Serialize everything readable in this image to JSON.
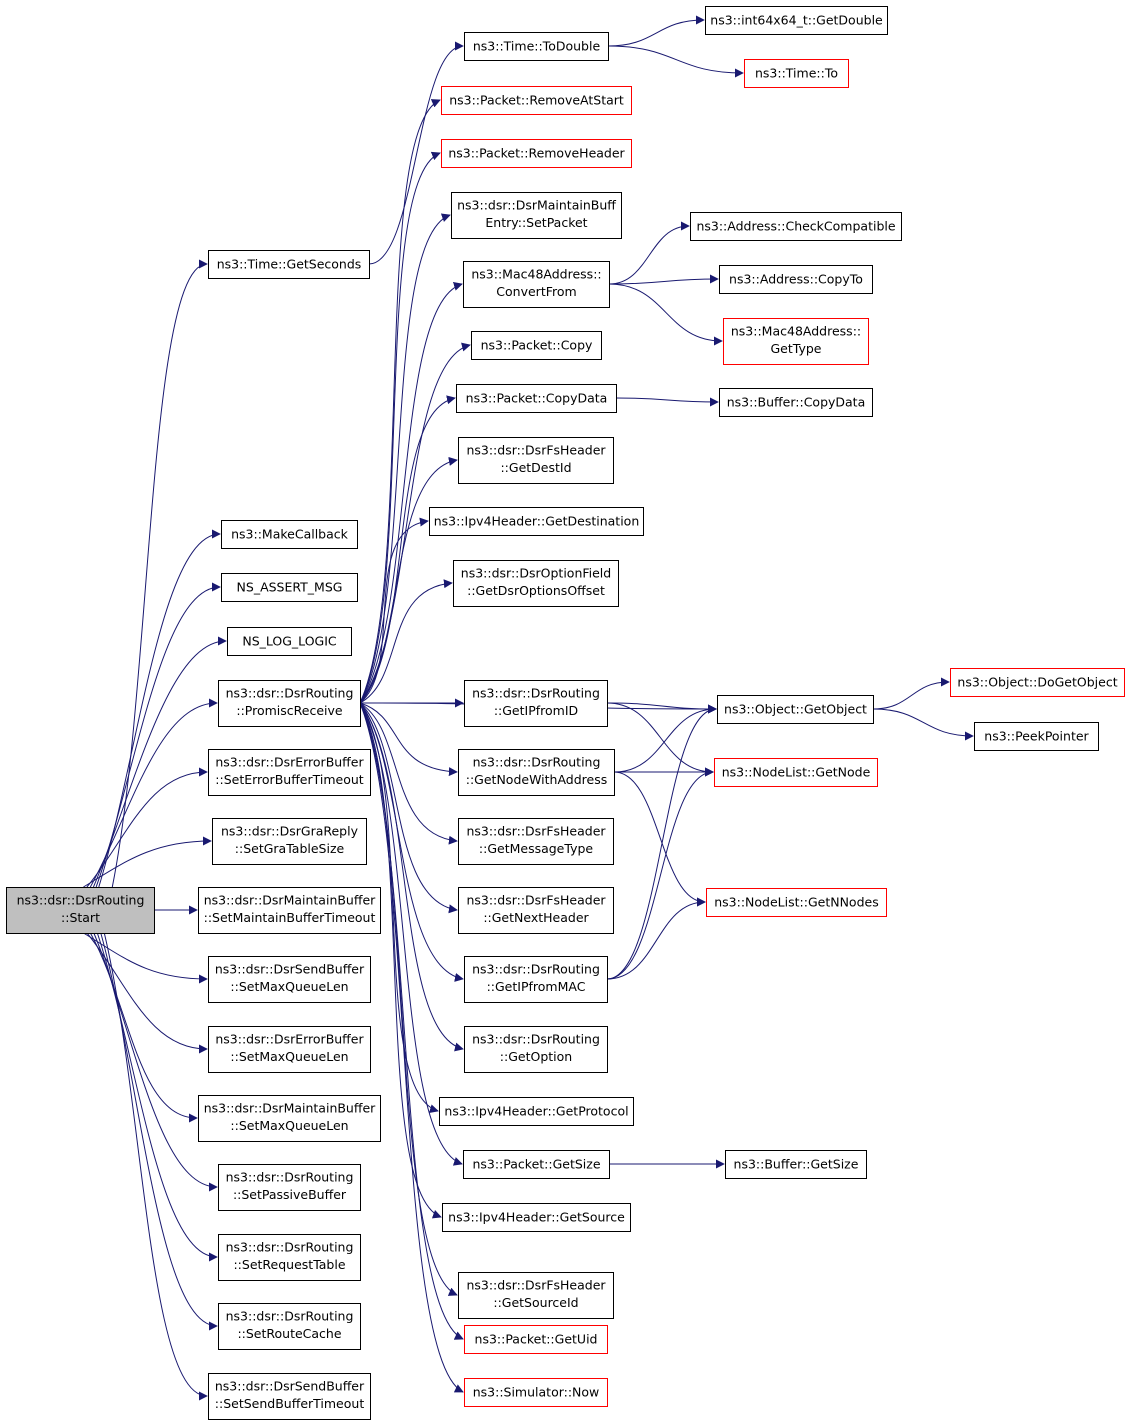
{
  "graph": {
    "colors": {
      "edge": "#191970",
      "node_border": "#000000",
      "truncated_border": "#ff0000",
      "root_fill": "#bfbfbf",
      "node_fill": "#ffffff"
    },
    "nodes": [
      {
        "id": "start",
        "lines": [
          "ns3::dsr::DsrRouting",
          "::Start"
        ],
        "style": "root"
      },
      {
        "id": "getseconds",
        "lines": [
          "ns3::Time::GetSeconds"
        ],
        "style": "normal"
      },
      {
        "id": "makecallback",
        "lines": [
          "ns3::MakeCallback"
        ],
        "style": "normal"
      },
      {
        "id": "assertmsg",
        "lines": [
          "NS_ASSERT_MSG"
        ],
        "style": "normal"
      },
      {
        "id": "loglogic",
        "lines": [
          "NS_LOG_LOGIC"
        ],
        "style": "normal"
      },
      {
        "id": "promisc",
        "lines": [
          "ns3::dsr::DsrRouting",
          "::PromiscReceive"
        ],
        "style": "normal"
      },
      {
        "id": "errbuftimeout",
        "lines": [
          "ns3::dsr::DsrErrorBuffer",
          "::SetErrorBufferTimeout"
        ],
        "style": "normal"
      },
      {
        "id": "gratable",
        "lines": [
          "ns3::dsr::DsrGraReply",
          "::SetGraTableSize"
        ],
        "style": "normal"
      },
      {
        "id": "maintbuftimeout",
        "lines": [
          "ns3::dsr::DsrMaintainBuffer",
          "::SetMaintainBufferTimeout"
        ],
        "style": "normal"
      },
      {
        "id": "sendbufmaxq",
        "lines": [
          "ns3::dsr::DsrSendBuffer",
          "::SetMaxQueueLen"
        ],
        "style": "normal"
      },
      {
        "id": "errbufmaxq",
        "lines": [
          "ns3::dsr::DsrErrorBuffer",
          "::SetMaxQueueLen"
        ],
        "style": "normal"
      },
      {
        "id": "maintbufmaxq",
        "lines": [
          "ns3::dsr::DsrMaintainBuffer",
          "::SetMaxQueueLen"
        ],
        "style": "normal"
      },
      {
        "id": "passive",
        "lines": [
          "ns3::dsr::DsrRouting",
          "::SetPassiveBuffer"
        ],
        "style": "normal"
      },
      {
        "id": "reqtable",
        "lines": [
          "ns3::dsr::DsrRouting",
          "::SetRequestTable"
        ],
        "style": "normal"
      },
      {
        "id": "routecache",
        "lines": [
          "ns3::dsr::DsrRouting",
          "::SetRouteCache"
        ],
        "style": "normal"
      },
      {
        "id": "sendbuftimeout",
        "lines": [
          "ns3::dsr::DsrSendBuffer",
          "::SetSendBufferTimeout"
        ],
        "style": "normal"
      },
      {
        "id": "todouble",
        "lines": [
          "ns3::Time::ToDouble"
        ],
        "style": "normal"
      },
      {
        "id": "removeatstart",
        "lines": [
          "ns3::Packet::RemoveAtStart"
        ],
        "style": "truncated"
      },
      {
        "id": "removeheader",
        "lines": [
          "ns3::Packet::RemoveHeader"
        ],
        "style": "truncated"
      },
      {
        "id": "setpacket",
        "lines": [
          "ns3::dsr::DsrMaintainBuff",
          "Entry::SetPacket"
        ],
        "style": "normal"
      },
      {
        "id": "convertfrom",
        "lines": [
          "ns3::Mac48Address::",
          "ConvertFrom"
        ],
        "style": "normal"
      },
      {
        "id": "pktcopy",
        "lines": [
          "ns3::Packet::Copy"
        ],
        "style": "normal"
      },
      {
        "id": "pktcopydata",
        "lines": [
          "ns3::Packet::CopyData"
        ],
        "style": "normal"
      },
      {
        "id": "getdestid",
        "lines": [
          "ns3::dsr::DsrFsHeader",
          "::GetDestId"
        ],
        "style": "normal"
      },
      {
        "id": "getdestination",
        "lines": [
          "ns3::Ipv4Header::GetDestination"
        ],
        "style": "normal"
      },
      {
        "id": "getdsroptoffset",
        "lines": [
          "ns3::dsr::DsrOptionField",
          "::GetDsrOptionsOffset"
        ],
        "style": "normal"
      },
      {
        "id": "getipfromid",
        "lines": [
          "ns3::dsr::DsrRouting",
          "::GetIPfromID"
        ],
        "style": "normal"
      },
      {
        "id": "getnodewithaddr",
        "lines": [
          "ns3::dsr::DsrRouting",
          "::GetNodeWithAddress"
        ],
        "style": "normal"
      },
      {
        "id": "getmsgtype",
        "lines": [
          "ns3::dsr::DsrFsHeader",
          "::GetMessageType"
        ],
        "style": "normal"
      },
      {
        "id": "getnextheader",
        "lines": [
          "ns3::dsr::DsrFsHeader",
          "::GetNextHeader"
        ],
        "style": "normal"
      },
      {
        "id": "getipfrommac",
        "lines": [
          "ns3::dsr::DsrRouting",
          "::GetIPfromMAC"
        ],
        "style": "normal"
      },
      {
        "id": "getoption",
        "lines": [
          "ns3::dsr::DsrRouting",
          "::GetOption"
        ],
        "style": "normal"
      },
      {
        "id": "getprotocol",
        "lines": [
          "ns3::Ipv4Header::GetProtocol"
        ],
        "style": "normal"
      },
      {
        "id": "pktgetsize",
        "lines": [
          "ns3::Packet::GetSize"
        ],
        "style": "normal"
      },
      {
        "id": "getsource",
        "lines": [
          "ns3::Ipv4Header::GetSource"
        ],
        "style": "normal"
      },
      {
        "id": "getsourceid",
        "lines": [
          "ns3::dsr::DsrFsHeader",
          "::GetSourceId"
        ],
        "style": "normal"
      },
      {
        "id": "getuid",
        "lines": [
          "ns3::Packet::GetUid"
        ],
        "style": "truncated"
      },
      {
        "id": "simnow",
        "lines": [
          "ns3::Simulator::Now"
        ],
        "style": "truncated"
      },
      {
        "id": "int64getdouble",
        "lines": [
          "ns3::int64x64_t::GetDouble"
        ],
        "style": "normal"
      },
      {
        "id": "timeto",
        "lines": [
          "ns3::Time::To"
        ],
        "style": "truncated"
      },
      {
        "id": "checkcompat",
        "lines": [
          "ns3::Address::CheckCompatible"
        ],
        "style": "normal"
      },
      {
        "id": "addrcopyto",
        "lines": [
          "ns3::Address::CopyTo"
        ],
        "style": "normal"
      },
      {
        "id": "mac48gettype",
        "lines": [
          "ns3::Mac48Address::",
          "GetType"
        ],
        "style": "truncated"
      },
      {
        "id": "bufcopydata",
        "lines": [
          "ns3::Buffer::CopyData"
        ],
        "style": "normal"
      },
      {
        "id": "getobject",
        "lines": [
          "ns3::Object::GetObject"
        ],
        "style": "normal"
      },
      {
        "id": "nodelistgetnode",
        "lines": [
          "ns3::NodeList::GetNode"
        ],
        "style": "truncated"
      },
      {
        "id": "getnnodes",
        "lines": [
          "ns3::NodeList::GetNNodes"
        ],
        "style": "truncated"
      },
      {
        "id": "bufgetsize",
        "lines": [
          "ns3::Buffer::GetSize"
        ],
        "style": "normal"
      },
      {
        "id": "dogetobject",
        "lines": [
          "ns3::Object::DoGetObject"
        ],
        "style": "truncated"
      },
      {
        "id": "peekpointer",
        "lines": [
          "ns3::PeekPointer"
        ],
        "style": "normal"
      }
    ],
    "edges": [
      [
        "start",
        "getseconds"
      ],
      [
        "start",
        "makecallback"
      ],
      [
        "start",
        "assertmsg"
      ],
      [
        "start",
        "loglogic"
      ],
      [
        "start",
        "promisc"
      ],
      [
        "start",
        "errbuftimeout"
      ],
      [
        "start",
        "gratable"
      ],
      [
        "start",
        "maintbuftimeout"
      ],
      [
        "start",
        "sendbufmaxq"
      ],
      [
        "start",
        "errbufmaxq"
      ],
      [
        "start",
        "maintbufmaxq"
      ],
      [
        "start",
        "passive"
      ],
      [
        "start",
        "reqtable"
      ],
      [
        "start",
        "routecache"
      ],
      [
        "start",
        "sendbuftimeout"
      ],
      [
        "getseconds",
        "todouble"
      ],
      [
        "promisc",
        "removeatstart"
      ],
      [
        "promisc",
        "removeheader"
      ],
      [
        "promisc",
        "setpacket"
      ],
      [
        "promisc",
        "convertfrom"
      ],
      [
        "promisc",
        "pktcopy"
      ],
      [
        "promisc",
        "pktcopydata"
      ],
      [
        "promisc",
        "getdestid"
      ],
      [
        "promisc",
        "getdestination"
      ],
      [
        "promisc",
        "getdsroptoffset"
      ],
      [
        "promisc",
        "getobject"
      ],
      [
        "promisc",
        "getipfromid"
      ],
      [
        "promisc",
        "getnodewithaddr"
      ],
      [
        "promisc",
        "getmsgtype"
      ],
      [
        "promisc",
        "getnextheader"
      ],
      [
        "promisc",
        "getipfrommac"
      ],
      [
        "promisc",
        "getoption"
      ],
      [
        "promisc",
        "getprotocol"
      ],
      [
        "promisc",
        "pktgetsize"
      ],
      [
        "promisc",
        "getsource"
      ],
      [
        "promisc",
        "getsourceid"
      ],
      [
        "promisc",
        "getuid"
      ],
      [
        "promisc",
        "simnow"
      ],
      [
        "todouble",
        "int64getdouble"
      ],
      [
        "todouble",
        "timeto"
      ],
      [
        "convertfrom",
        "checkcompat"
      ],
      [
        "convertfrom",
        "addrcopyto"
      ],
      [
        "convertfrom",
        "mac48gettype"
      ],
      [
        "pktcopydata",
        "bufcopydata"
      ],
      [
        "getipfromid",
        "getobject"
      ],
      [
        "getipfromid",
        "nodelistgetnode"
      ],
      [
        "getnodewithaddr",
        "getobject"
      ],
      [
        "getnodewithaddr",
        "nodelistgetnode"
      ],
      [
        "getnodewithaddr",
        "getnnodes"
      ],
      [
        "getipfrommac",
        "getobject"
      ],
      [
        "getipfrommac",
        "nodelistgetnode"
      ],
      [
        "getipfrommac",
        "getnnodes"
      ],
      [
        "pktgetsize",
        "bufgetsize"
      ],
      [
        "getobject",
        "dogetobject"
      ],
      [
        "getobject",
        "peekpointer"
      ]
    ]
  }
}
